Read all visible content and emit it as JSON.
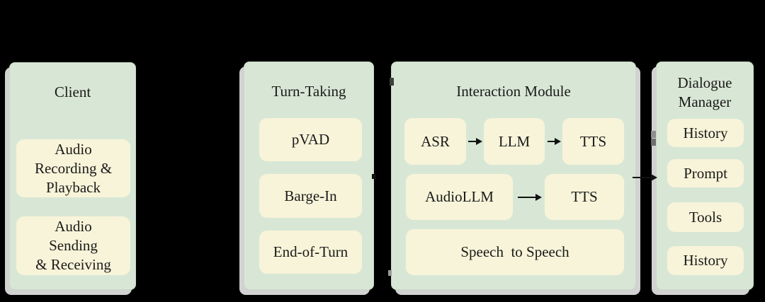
{
  "colors": {
    "background": "#000000",
    "panel_fill": "#d8e7d5",
    "panel_shadow": "#d2d2d2",
    "node_fill": "#f8f4d9",
    "text": "#1a1a1a",
    "arrow": "#121212"
  },
  "diagram": {
    "client": {
      "title": "Client",
      "nodes": [
        {
          "label": "Audio\nRecording &\nPlayback"
        },
        {
          "label": "Audio\nSending\n& Receiving"
        }
      ]
    },
    "turn_taking": {
      "title": "Turn-Taking",
      "nodes": [
        {
          "label": "pVAD"
        },
        {
          "label": "Barge-In"
        },
        {
          "label": "End-of-Turn"
        }
      ]
    },
    "interaction_module": {
      "title": "Interaction Module",
      "pipeline_1": {
        "nodes": [
          {
            "label": "ASR"
          },
          {
            "label": "LLM"
          },
          {
            "label": "TTS"
          }
        ]
      },
      "pipeline_2": {
        "nodes": [
          {
            "label": "AudioLLM"
          },
          {
            "label": "TTS"
          }
        ]
      },
      "pipeline_3": {
        "nodes": [
          {
            "label": "Speech  to Speech"
          }
        ]
      }
    },
    "dialogue_manager": {
      "title": "Dialogue\nManager",
      "nodes": [
        {
          "label": "History"
        },
        {
          "label": "Prompt"
        },
        {
          "label": "Tools"
        },
        {
          "label": "History"
        }
      ]
    }
  }
}
